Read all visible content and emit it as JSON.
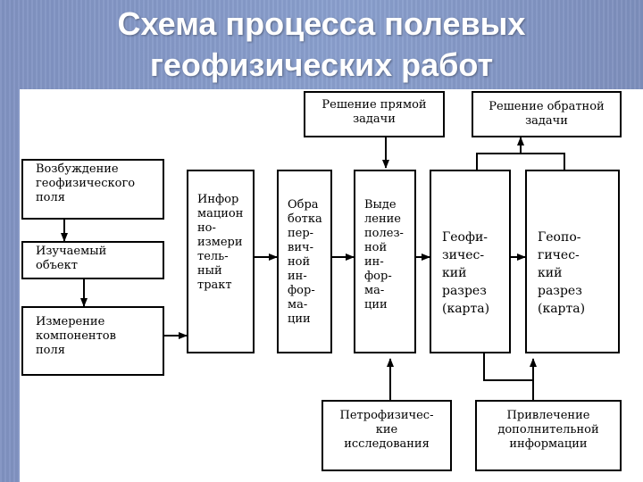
{
  "title": {
    "line1": "Схема процесса полевых",
    "line2": "геофизических работ"
  },
  "boxes": {
    "excitation": "Возбуждение\nгеофизического\nполя",
    "object": "Изучаемый\nобъект",
    "measurement": "Измерение\nкомпонентов\nполя",
    "info_tract": "Инфор\nмацион\nно-\nизмери\nтель-\nный\nтракт",
    "processing": "Обра\nботка\nпер-\nвич-\nной\nин-\nфор-\nма-\nции",
    "extraction": "Выде\nление\nполез-\nной\nин-\nфор-\nма-\nции",
    "geophys_section": "Геофи-\nзичес-\nкий\nразрез\n(карта)",
    "geolog_section": "Геопо-\nгичес-\nкий\nразрез\n(карта)",
    "direct_problem": "Решение прямой\nзадачи",
    "inverse_problem": "Решение обратной\nзадачи",
    "petrophysics": "Петрофизичес-\nкие\nисследования",
    "additional_info": "Привлечение\nдополнительной\nинформации"
  }
}
